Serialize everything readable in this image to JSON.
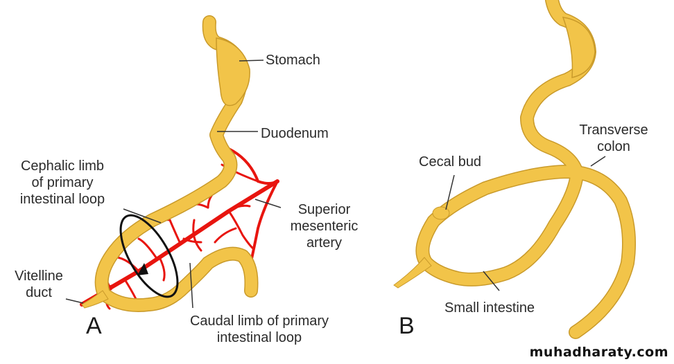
{
  "colors": {
    "intestine": "#f2c449",
    "intestine_outline": "#c99a2a",
    "artery": "#e8150f",
    "leader": "#333333",
    "text": "#2b2b2b"
  },
  "panel_a": {
    "letter": "A",
    "labels": {
      "stomach": "Stomach",
      "duodenum": "Duodenum",
      "cephalic_limb": [
        "Cephalic limb",
        "of primary",
        "intestinal loop"
      ],
      "superior_mesenteric_artery": [
        "Superior",
        "mesenteric",
        "artery"
      ],
      "vitelline_duct": [
        "Vitelline",
        "duct"
      ],
      "caudal_limb": [
        "Caudal limb of primary",
        "intestinal loop"
      ]
    }
  },
  "panel_b": {
    "letter": "B",
    "labels": {
      "transverse_colon": [
        "Transverse",
        "colon"
      ],
      "cecal_bud": "Cecal bud",
      "small_intestine": "Small intestine"
    }
  },
  "watermark": "muhadharaty.com"
}
